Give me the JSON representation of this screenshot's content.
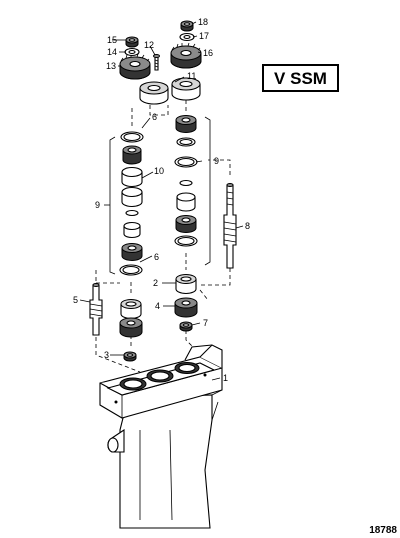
{
  "badge": {
    "label": "V SSM"
  },
  "reference": {
    "number": "18788"
  },
  "callouts": [
    "1",
    "2",
    "3",
    "4",
    "5",
    "6",
    "6",
    "7",
    "8",
    "9",
    "9",
    "10",
    "11",
    "12",
    "13",
    "14",
    "15",
    "16",
    "17",
    "18"
  ]
}
